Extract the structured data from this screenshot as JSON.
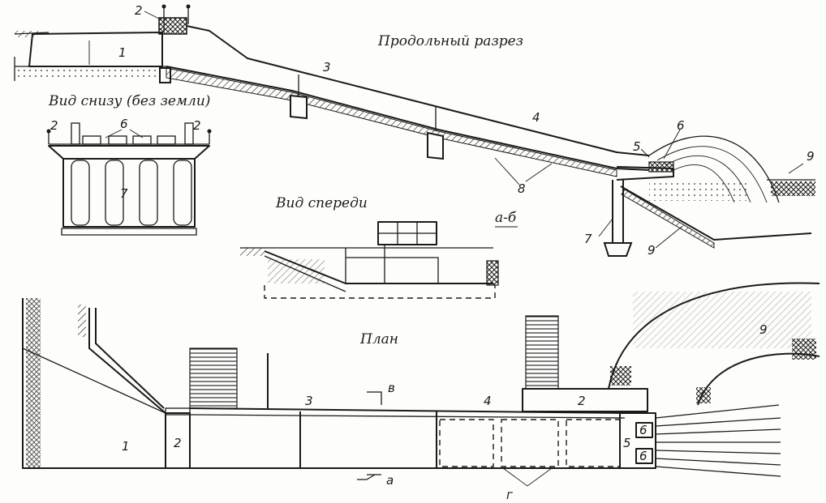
{
  "captions": {
    "longitudinal": "Продольный разрез",
    "bottom_view": "Вид снизу (без земли)",
    "front_view": "Вид спереди",
    "plan": "План",
    "section": "а-б"
  },
  "longitudinal_labels": [
    "2",
    "1",
    "3",
    "4",
    "5",
    "6",
    "9",
    "8",
    "7",
    "9"
  ],
  "bottom_view_labels": [
    "2",
    "6",
    "2",
    "7"
  ],
  "plan_labels": [
    "1",
    "2",
    "3",
    "в",
    "4",
    "2",
    "5",
    "6",
    "6",
    "9",
    "а",
    "г"
  ]
}
